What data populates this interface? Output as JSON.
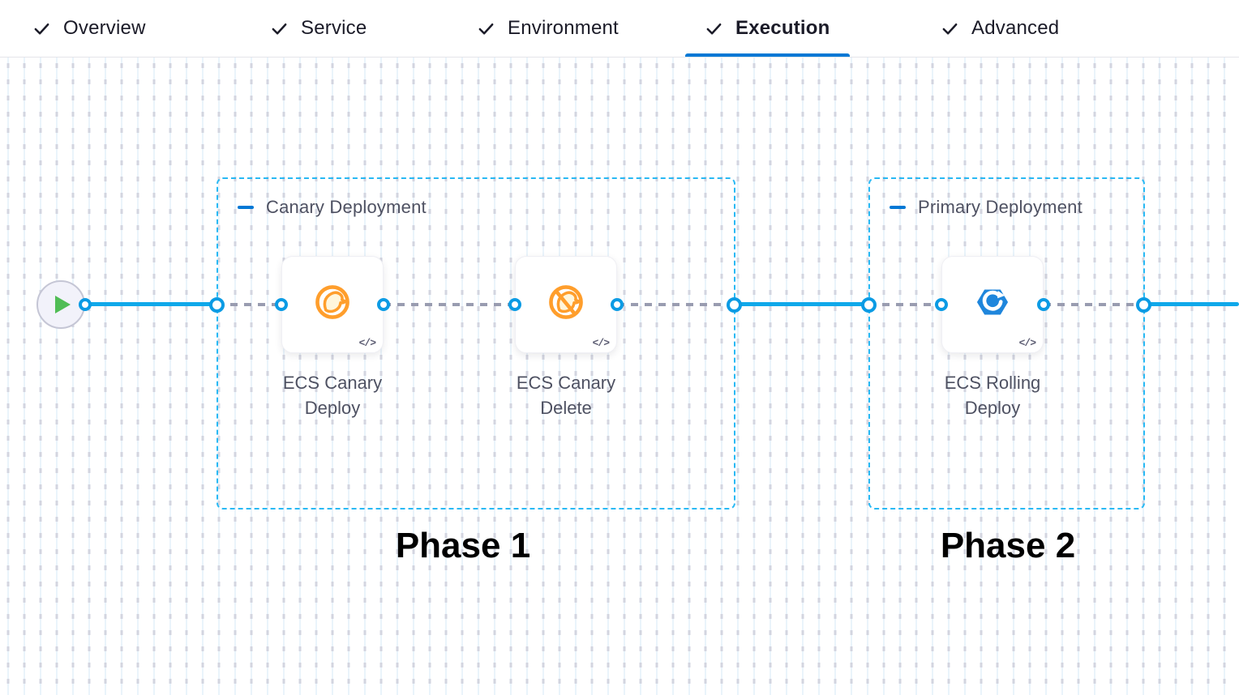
{
  "tabs": {
    "items": [
      {
        "label": "Overview",
        "icon": "check-icon",
        "active": false
      },
      {
        "label": "Service",
        "icon": "check-icon",
        "active": false
      },
      {
        "label": "Environment",
        "icon": "check-icon",
        "active": false
      },
      {
        "label": "Execution",
        "icon": "check-icon",
        "active": true
      },
      {
        "label": "Advanced",
        "icon": "check-icon",
        "active": false
      }
    ]
  },
  "canvas": {
    "start_node": "play-icon",
    "code_badge": "</>",
    "groups": [
      {
        "title": "Canary Deployment",
        "phase_label": "Phase 1",
        "steps": [
          {
            "name": "ECS Canary Deploy",
            "icon": "ecs-canary-deploy-icon"
          },
          {
            "name": "ECS Canary Delete",
            "icon": "ecs-canary-delete-icon"
          }
        ]
      },
      {
        "title": "Primary Deployment",
        "phase_label": "Phase 2",
        "steps": [
          {
            "name": "ECS Rolling Deploy",
            "icon": "ecs-rolling-deploy-icon"
          }
        ]
      }
    ]
  },
  "colors": {
    "tab_active_underline": "#0278D5",
    "connector_solid": "#0FA8EA",
    "connector_dashed": "#999CB0",
    "node_ring": "#0B9BE4",
    "group_border": "#29B9F4",
    "group_title_text": "#4E5162",
    "step_label_text": "#4E5162",
    "canary_orange": "#FF9E2C",
    "rolling_blue": "#1F86DC",
    "play_green": "#50BD55",
    "phase_text": "#000000"
  }
}
